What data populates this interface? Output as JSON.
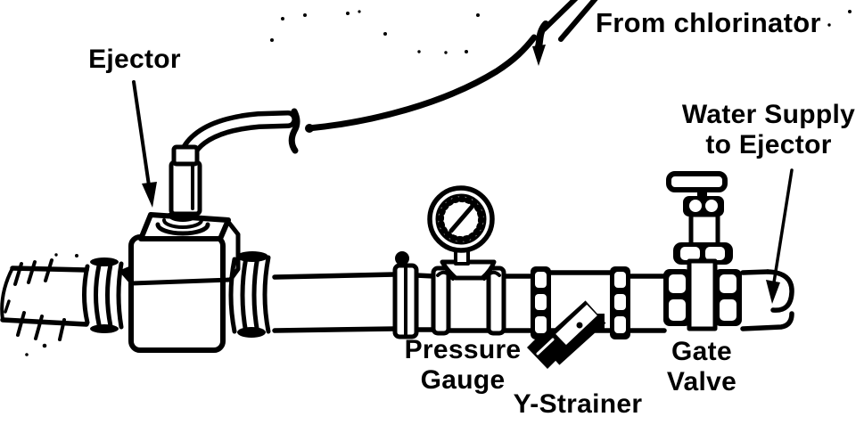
{
  "colors": {
    "ink": "#000000",
    "paper": "#ffffff"
  },
  "labels": {
    "ejector": "Ejector",
    "from_chlorinator": "From chlorinator",
    "water_supply": {
      "line1": "Water Supply",
      "line2": "to Ejector"
    },
    "pressure_gauge": {
      "line1": "Pressure",
      "line2": "Gauge"
    },
    "y_strainer": "Y-Strainer",
    "gate_valve": {
      "line1": "Gate",
      "line2": "Valve"
    }
  }
}
